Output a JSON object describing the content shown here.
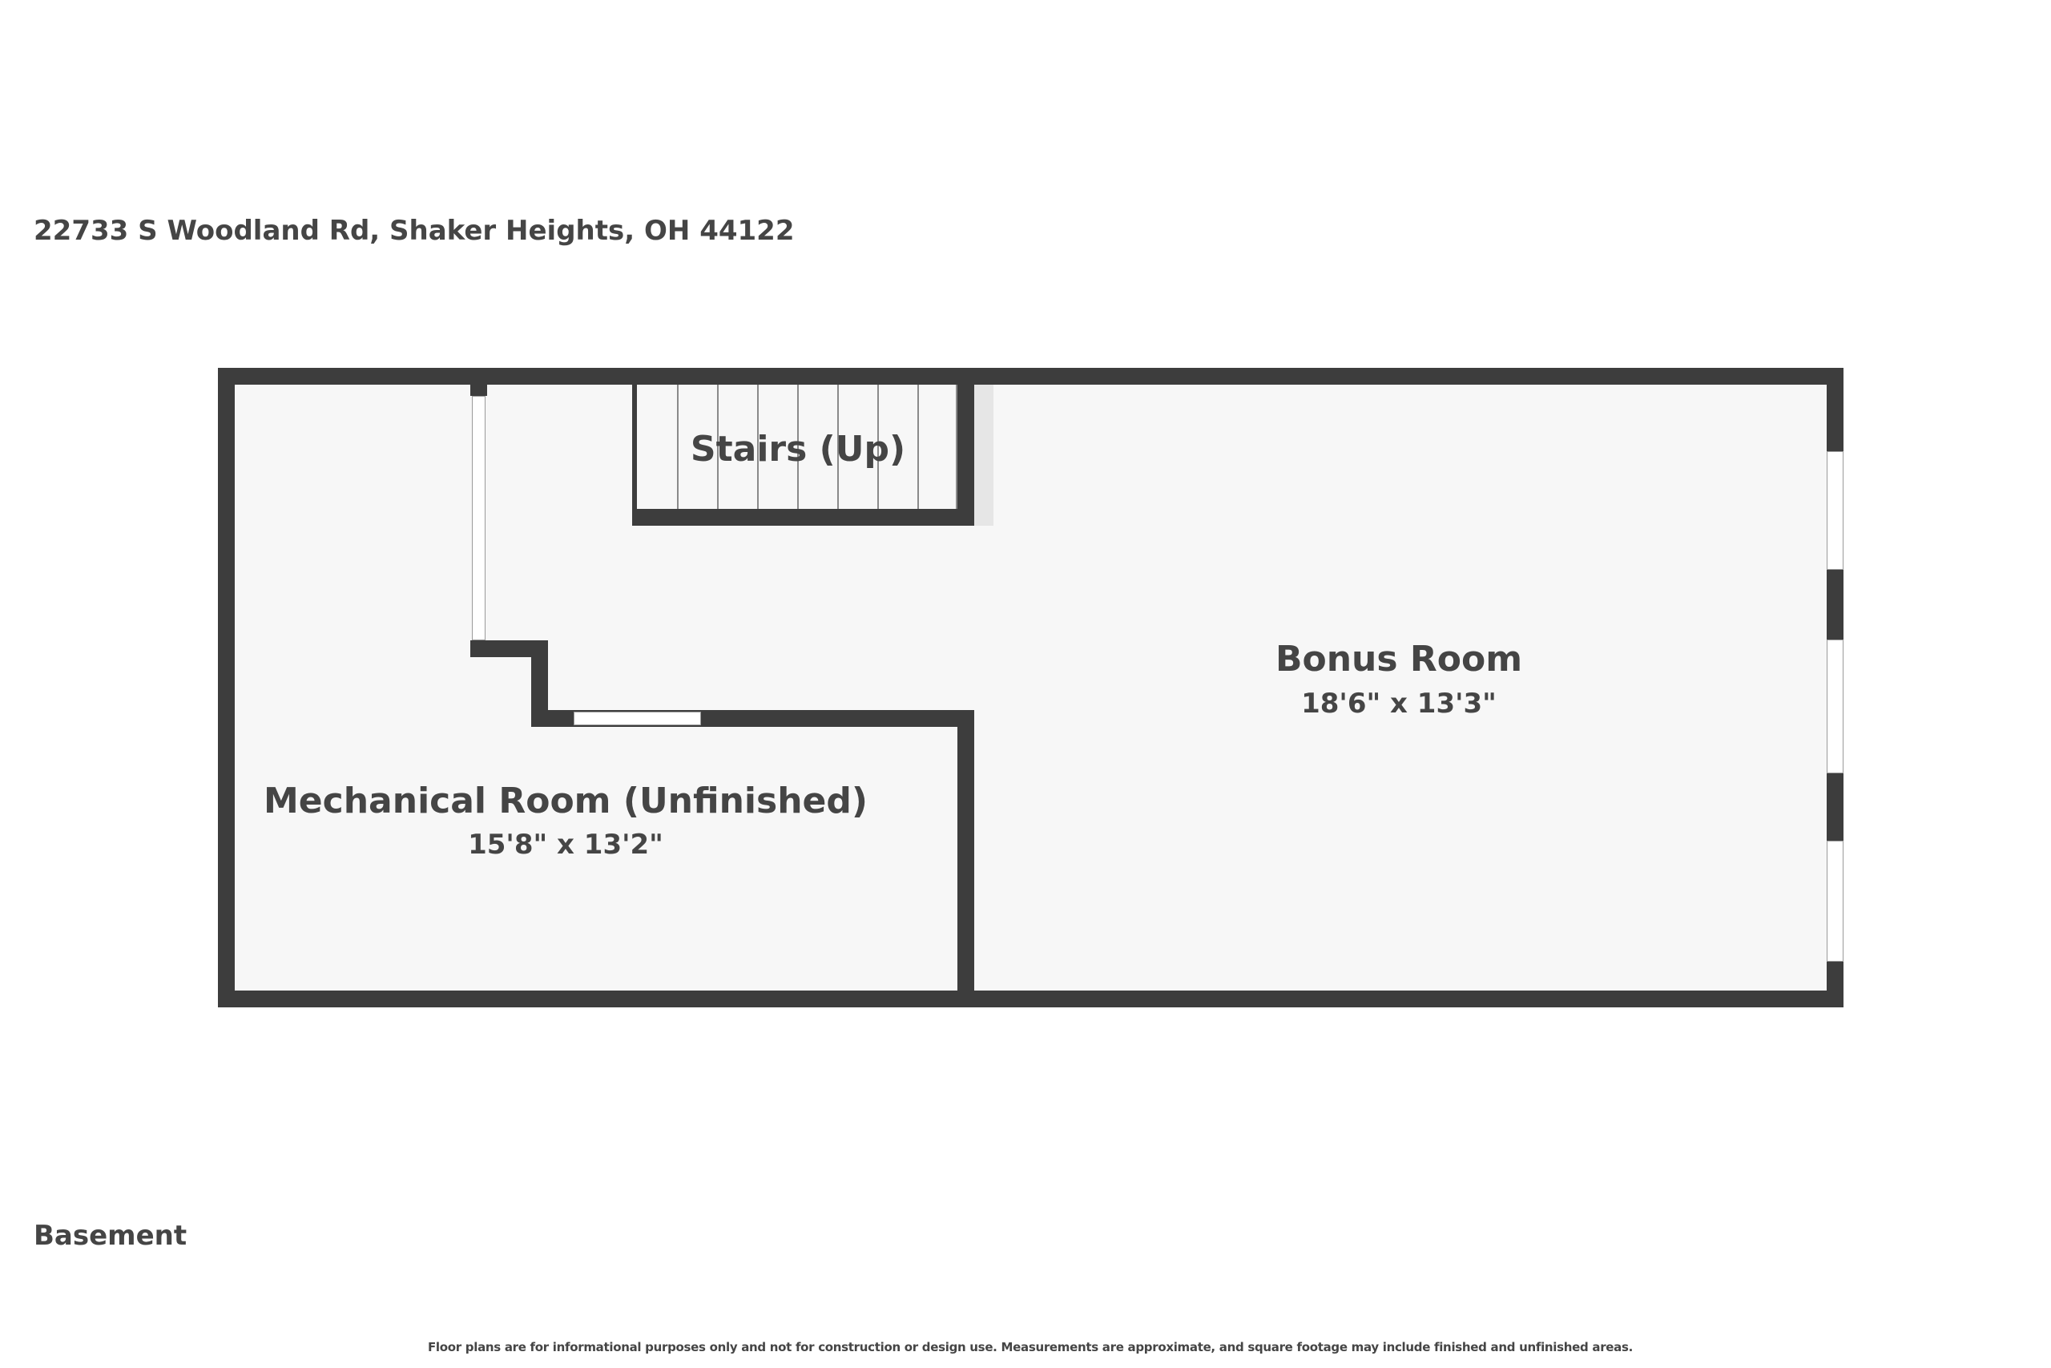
{
  "header": {
    "address": "22733 S Woodland Rd, Shaker Heights, OH 44122"
  },
  "floor_label": "Basement",
  "rooms": [
    {
      "name": "Stairs (Up)"
    },
    {
      "name": "Bonus Room",
      "dimensions": "18'6\" x 13'3\""
    },
    {
      "name": "Mechanical Room (Unfinished)",
      "dimensions": "15'8\" x 13'2\""
    }
  ],
  "disclaimer": "Floor plans are for informational purposes only and not for construction or design use. Measurements are approximate, and square footage may include finished and unfinished areas.",
  "colors": {
    "wall": "#3d3d3d",
    "floor": "#f7f7f7",
    "text": "#454545"
  }
}
